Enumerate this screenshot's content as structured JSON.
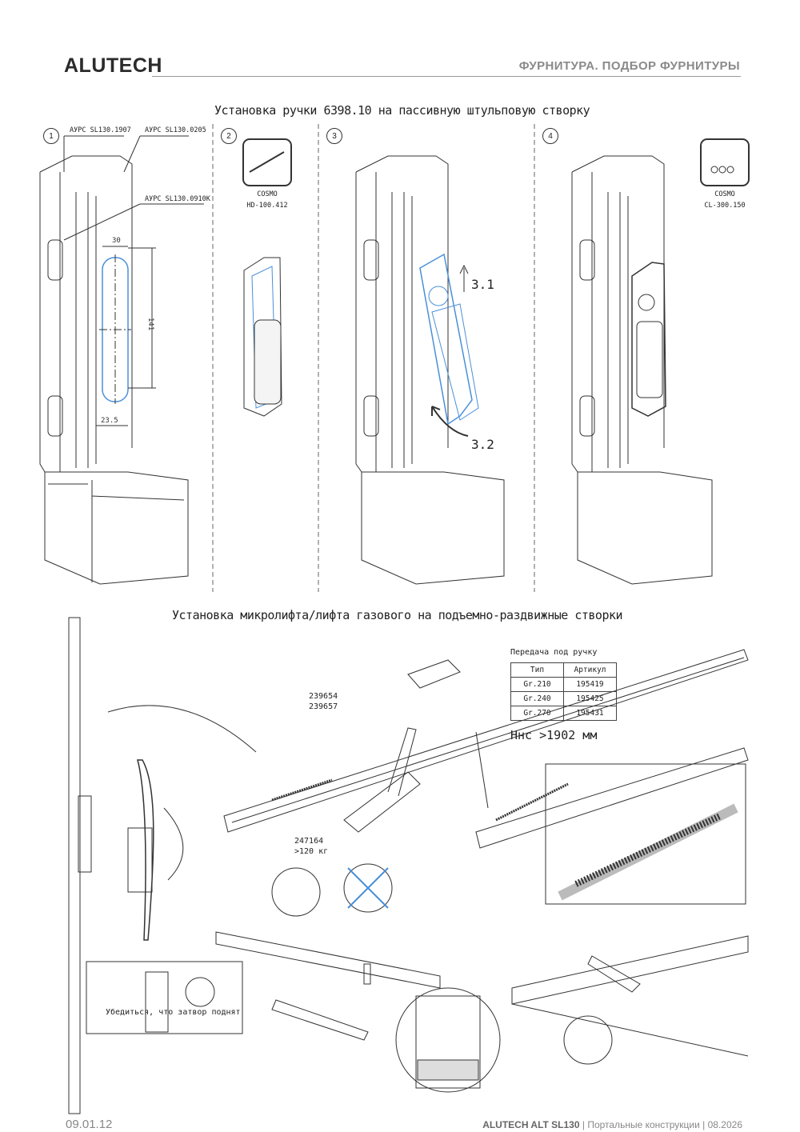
{
  "header": {
    "brand": "ALUTECH",
    "section": "ФУРНИТУРА. ПОДБОР ФУРНИТУРЫ"
  },
  "handle_install": {
    "title": "Установка ручки 6398.10 на пассивную штульповую створку",
    "steps": [
      "1",
      "2",
      "3",
      "4"
    ],
    "profile_labels": [
      "АУРС SL130.1907",
      "АУРС SL130.0205",
      "АУРС SL130.0910K"
    ],
    "dims": [
      "30",
      "141",
      "23.5"
    ],
    "tool_2": {
      "brand": "COSMO",
      "code": "HD-100.412"
    },
    "tool_4": {
      "brand": "COSMO",
      "code": "CL-300.150"
    },
    "substeps": [
      "3.1",
      "3.2"
    ]
  },
  "lift_install": {
    "title": "Установка микролифта/лифта газового на подъемно-раздвижные створки",
    "part_codes": [
      "239654",
      "239657"
    ],
    "gas_lift": {
      "code": "247164",
      "load": ">120 кг"
    },
    "note": "Убедиться, что затвор поднят",
    "table": {
      "caption": "Передача под ручку",
      "headers": [
        "Тип",
        "Артикул"
      ],
      "rows": [
        [
          "Gr.210",
          "195419"
        ],
        [
          "Gr.240",
          "195425"
        ],
        [
          "Gr.270",
          "195431"
        ]
      ]
    },
    "height_main": "Hнс",
    "height_value": " >1902 мм"
  },
  "footer": {
    "page_code": "09.01.12",
    "product": "ALUTECH ALT SL130",
    "rest": " | Портальные конструкции | 08.2026"
  }
}
